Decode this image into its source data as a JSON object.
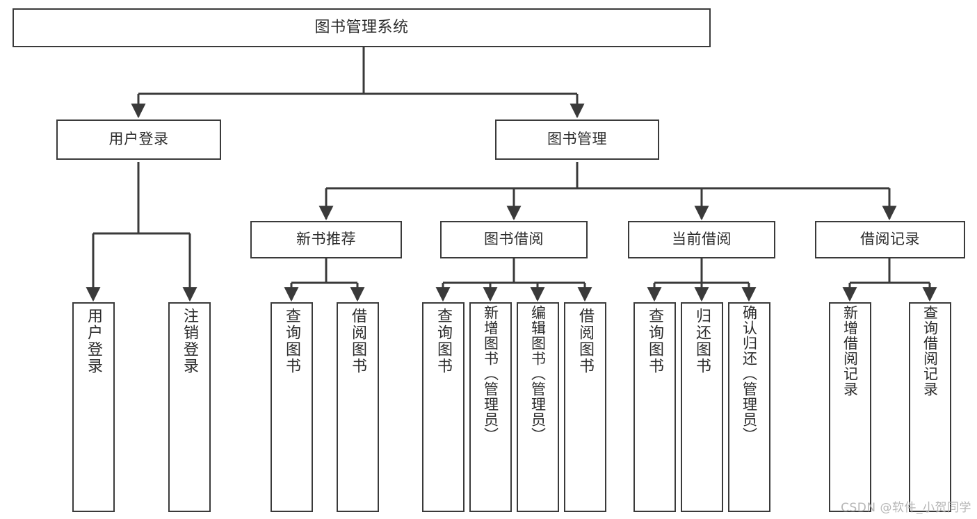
{
  "diagram": {
    "title": "图书管理系统",
    "watermark": "CSDN @软件_小贺同学",
    "stroke_color": "#3a3a3a",
    "fill_color": "#ffffff",
    "text_color": "#2b2b2b",
    "watermark_color": "#b6b6b6"
  },
  "nodes": {
    "root": {
      "label": "图书管理系统"
    },
    "level2": [
      {
        "label": "用户登录"
      },
      {
        "label": "图书管理"
      }
    ],
    "level3": [
      {
        "label": "新书推荐"
      },
      {
        "label": "图书借阅"
      },
      {
        "label": "当前借阅"
      },
      {
        "label": "借阅记录"
      }
    ],
    "login_leaves": [
      {
        "label": "用户登录"
      },
      {
        "label": "注销登录"
      }
    ],
    "recommend_leaves": [
      {
        "label": "查询图书"
      },
      {
        "label": "借阅图书"
      }
    ],
    "borrow_leaves": [
      {
        "label": "查询图书"
      },
      {
        "label": "新增图书（管理员）"
      },
      {
        "label": "编辑图书（管理员）"
      },
      {
        "label": "借阅图书"
      }
    ],
    "current_leaves": [
      {
        "label": "查询图书"
      },
      {
        "label": "归还图书"
      },
      {
        "label": "确认归还（管理员）"
      }
    ],
    "record_leaves": [
      {
        "label": "新增借阅记录"
      },
      {
        "label": "查询借阅记录"
      }
    ]
  }
}
